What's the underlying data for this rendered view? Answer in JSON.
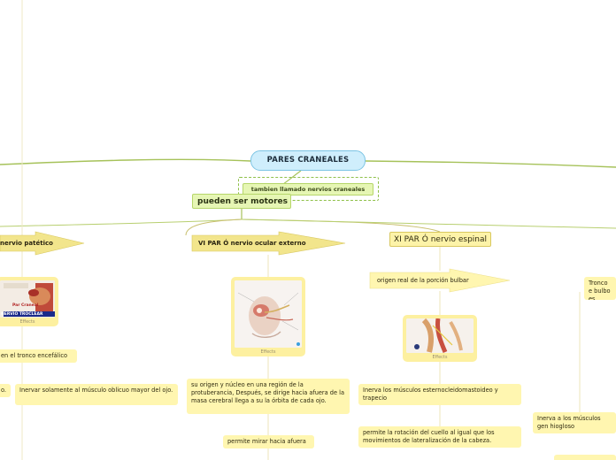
{
  "central": {
    "label": "PARES CRANEALES"
  },
  "tag": {
    "label": "tambien llamado nervios craneales"
  },
  "motores": {
    "label": "pueden ser motores"
  },
  "nodes": {
    "patetico_title": "nervio patético",
    "abducens_title": "VI PAR Ó nervio ocular externo",
    "spinal_title": "XI PAR Ó nervio espinal",
    "spinal_origin": "origen real de la porción bulbar",
    "tronco_enc": "en el tronco encefálico",
    "left_o": "o.",
    "troclear_func": "Inervar solamente al músculo oblicuo mayor del ojo.",
    "abducens_origin": "su origen y núcleo en una región de la protuberancia, Después, se dirige hacia afuera de la masa cerebral  llega a su la órbita de cada ojo.",
    "abducens_func": "permite mirar hacia afuera",
    "spinal_inerva": "Inerva los músculos esternocleidomastoideo y trapecio",
    "spinal_func": "permite la rotación del cuello al igual que los movimientos de lateralización de la cabeza.",
    "right_tronco": "Tronco e bulbo es",
    "right_hiogloso": "Inerva a los músculos gen hiogloso"
  },
  "images": {
    "caption": "Effects",
    "troclear_line1": "Par Craneal",
    "troclear_line2": "NERVIO TROCLEAR"
  },
  "colors": {
    "central_fill": "#cfeefc",
    "central_border": "#7cc4e4",
    "green_fill": "#e6f6b4",
    "yellow_fill": "#fff6b0",
    "arrow_fill": "#f2e58c",
    "line_green": "#a6c25a",
    "line_yellow": "#e8e0a0"
  }
}
